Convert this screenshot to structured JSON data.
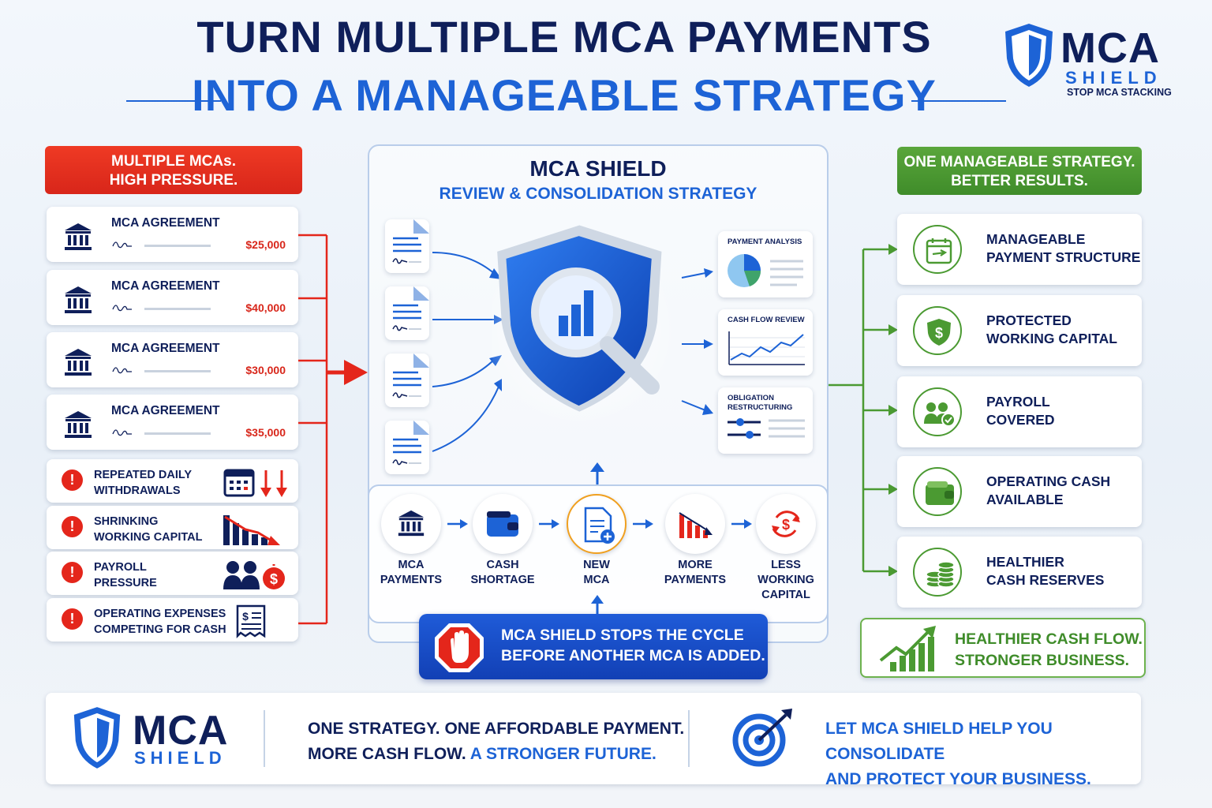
{
  "header": {
    "title_line1": "TURN MULTIPLE MCA PAYMENTS",
    "title_line2": "INTO A MANAGEABLE STRATEGY",
    "logo": {
      "mca": "MCA",
      "shield": "SHIELD",
      "tagline": "STOP MCA STACKING"
    }
  },
  "left": {
    "banner_line1": "MULTIPLE MCAs.",
    "banner_line2": "HIGH PRESSURE.",
    "agreements": [
      {
        "label": "MCA AGREEMENT",
        "amount": "$25,000"
      },
      {
        "label": "MCA AGREEMENT",
        "amount": "$40,000"
      },
      {
        "label": "MCA AGREEMENT",
        "amount": "$30,000"
      },
      {
        "label": "MCA AGREEMENT",
        "amount": "$35,000"
      }
    ],
    "problems": [
      {
        "line1": "REPEATED DAILY",
        "line2": "WITHDRAWALS",
        "icon": "calendar-down-arrows-icon"
      },
      {
        "line1": "SHRINKING",
        "line2": "WORKING CAPITAL",
        "icon": "declining-bars-icon"
      },
      {
        "line1": "PAYROLL",
        "line2": "PRESSURE",
        "icon": "people-dollar-icon"
      },
      {
        "line1": "OPERATING EXPENSES",
        "line2": "COMPETING FOR CASH",
        "icon": "receipt-icon"
      }
    ]
  },
  "center": {
    "title": "MCA SHIELD",
    "subtitle": "REVIEW & CONSOLIDATION STRATEGY",
    "review_panels": [
      {
        "line1": "PAYMENT ANALYSIS",
        "line2": ""
      },
      {
        "line1": "CASH FLOW REVIEW",
        "line2": ""
      },
      {
        "line1": "OBLIGATION",
        "line2": "RESTRUCTURING"
      }
    ],
    "cycle": [
      {
        "line1": "MCA",
        "line2": "PAYMENTS",
        "line3": "",
        "icon": "bank-icon"
      },
      {
        "line1": "CASH",
        "line2": "SHORTAGE",
        "line3": "",
        "icon": "wallet-icon"
      },
      {
        "line1": "NEW",
        "line2": "MCA",
        "line3": "",
        "icon": "new-document-icon"
      },
      {
        "line1": "MORE",
        "line2": "PAYMENTS",
        "line3": "",
        "icon": "declining-chart-icon"
      },
      {
        "line1": "LESS",
        "line2": "WORKING",
        "line3": "CAPITAL",
        "icon": "dollar-cycle-icon"
      }
    ],
    "stop_line1": "MCA SHIELD STOPS THE CYCLE",
    "stop_line2": "BEFORE ANOTHER MCA IS ADDED."
  },
  "right": {
    "banner_line1": "ONE MANAGEABLE STRATEGY.",
    "banner_line2": "BETTER RESULTS.",
    "benefits": [
      {
        "line1": "MANAGEABLE",
        "line2": "PAYMENT STRUCTURE",
        "icon": "calendar-check-icon"
      },
      {
        "line1": "PROTECTED",
        "line2": "WORKING CAPITAL",
        "icon": "shield-dollar-icon"
      },
      {
        "line1": "PAYROLL",
        "line2": "COVERED",
        "icon": "people-check-icon"
      },
      {
        "line1": "OPERATING CASH",
        "line2": "AVAILABLE",
        "icon": "wallet-icon"
      },
      {
        "line1": "HEALTHIER",
        "line2": "CASH RESERVES",
        "icon": "coin-stack-icon"
      }
    ],
    "result_line1": "HEALTHIER CASH FLOW.",
    "result_line2": "STRONGER BUSINESS."
  },
  "footer": {
    "mca": "MCA",
    "shield": "SHIELD",
    "text1_line1": "ONE STRATEGY. ONE AFFORDABLE PAYMENT.",
    "text1_line2a": "MORE CASH FLOW.",
    "text1_line2b": "A STRONGER FUTURE.",
    "text2_line1": "LET MCA SHIELD HELP YOU CONSOLIDATE",
    "text2_line2": "AND PROTECT YOUR BUSINESS."
  },
  "colors": {
    "navy": "#0f1f5a",
    "blue": "#1d63d6",
    "red": "#d8261a",
    "green": "#4b9a32"
  }
}
